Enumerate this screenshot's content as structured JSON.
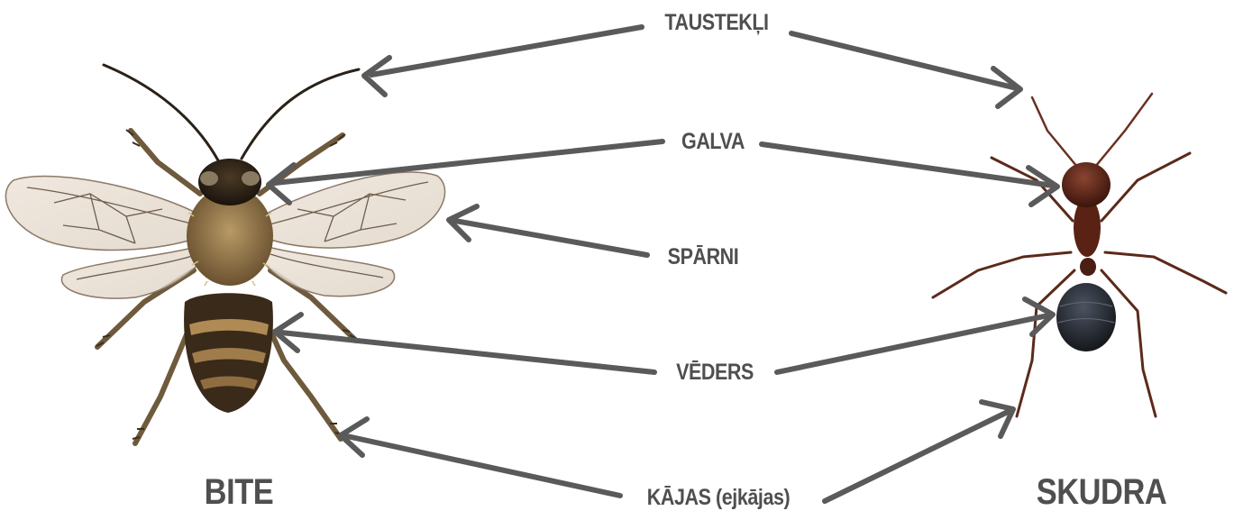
{
  "labels": {
    "antennae": "TAUSTEKĻI",
    "head": "GALVA",
    "wings": "SPĀRNI",
    "abdomen": "VĒDERS",
    "legs": "KĀJAS (ejkājas)"
  },
  "names": {
    "bee": "BITE",
    "ant": "SKUDRA"
  },
  "colors": {
    "arrow": "#5a5a5a",
    "text": "#4f4f4f",
    "bee_body": "#6b5230",
    "bee_abdomen": "#3a2a1a",
    "ant_body": "#4a1e12",
    "ant_abdomen": "#1c1f24"
  }
}
